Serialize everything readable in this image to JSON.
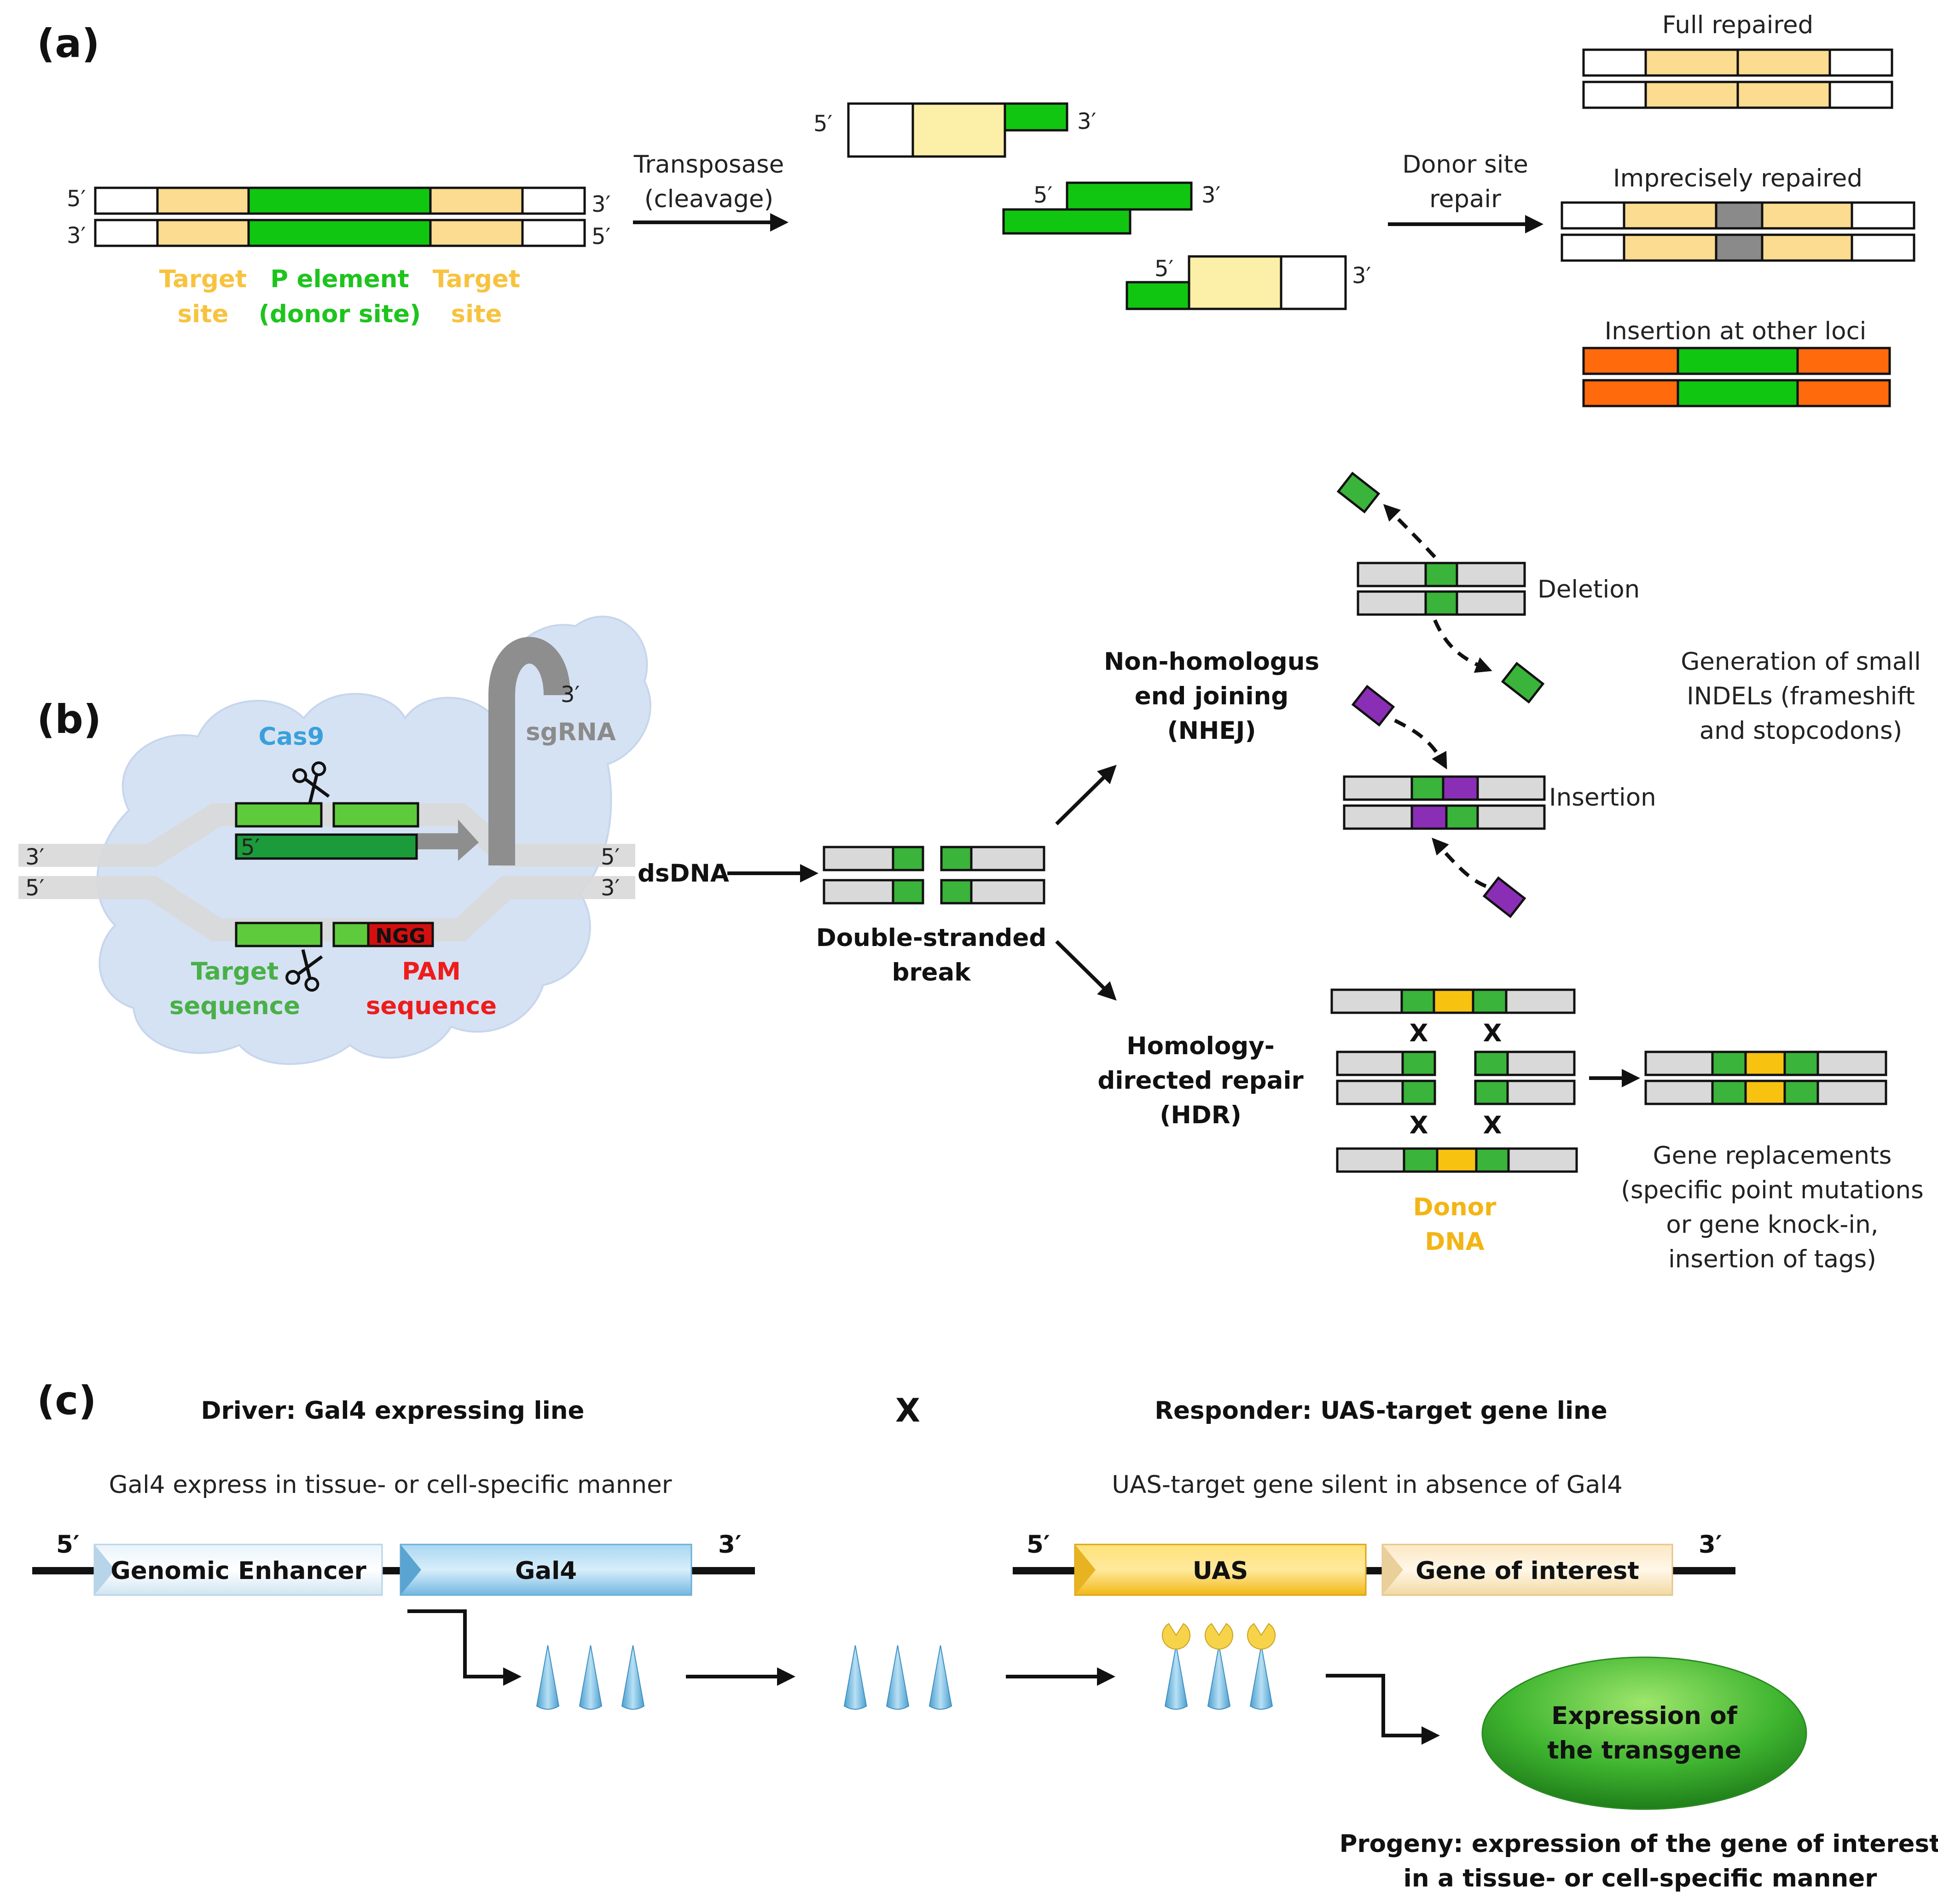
{
  "panels": {
    "a": "(a)",
    "b": "(b)",
    "c": "(c)"
  },
  "primes": {
    "five": "5′",
    "three": "3′"
  },
  "panel_a": {
    "target_site_line1": "Target",
    "target_site_line2": "site",
    "p_element_line1": "P element",
    "p_element_line2": "(donor site)",
    "transposase_line1": "Transposase",
    "transposase_line2": "(cleavage)",
    "donor_repair_line1": "Donor site",
    "donor_repair_line2": "repair",
    "full_repaired": "Full repaired",
    "imprecisely_repaired": "Imprecisely repaired",
    "insertion_other_loci": "Insertion at other loci"
  },
  "panel_b": {
    "cas9": "Cas9",
    "sgrna": "sgRNA",
    "target_line1": "Target",
    "target_line2": "sequence",
    "pam_line1": "PAM",
    "pam_line2": "sequence",
    "ngg": "NGG",
    "dsdna": "dsDNA",
    "dsb_line1": "Double-stranded",
    "dsb_line2": "break",
    "nhej_line1": "Non-homologus",
    "nhej_line2": "end joining",
    "nhej_line3": "(NHEJ)",
    "hdr_line1": "Homology-",
    "hdr_line2": "directed repair",
    "hdr_line3": "(HDR)",
    "deletion": "Deletion",
    "insertion": "Insertion",
    "indels_line1": "Generation of small",
    "indels_line2": "INDELs (frameshift",
    "indels_line3": "and stopcodons)",
    "donor_line1": "Donor",
    "donor_line2": "DNA",
    "gene_repl_line1": "Gene replacements",
    "gene_repl_line2": "(specific point mutations",
    "gene_repl_line3": "or gene knock-in,",
    "gene_repl_line4": "insertion of tags)",
    "x": "X"
  },
  "panel_c": {
    "driver_title": "Driver: Gal4 expressing line",
    "cross": "X",
    "responder_title": "Responder: UAS-target gene line",
    "driver_desc": "Gal4 express in tissue- or cell-specific manner",
    "responder_desc": "UAS-target gene silent in absence of Gal4",
    "genomic_enhancer": "Genomic Enhancer",
    "gal4": "Gal4",
    "uas": "UAS",
    "gene_of_interest": "Gene of interest",
    "expression_line1": "Expression of",
    "expression_line2": "the transgene",
    "progeny_line1": "Progeny: expression of the gene of interest",
    "progeny_line2": "in a tissue- or cell-specific manner"
  }
}
